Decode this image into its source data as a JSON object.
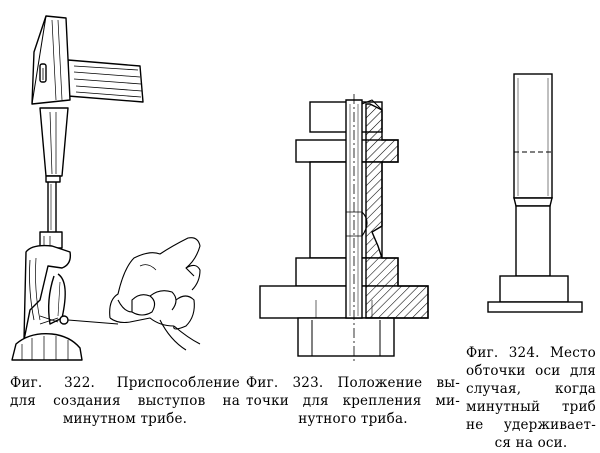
{
  "figures": [
    {
      "id": "fig-322",
      "caption_lines": [
        "Фиг. 322. Приспособление",
        "для создания выступов на",
        "минутном трибе."
      ]
    },
    {
      "id": "fig-323",
      "caption_lines": [
        "Фиг. 323. Положение вы-",
        "точки для крепления ми-",
        "нутного триба."
      ]
    },
    {
      "id": "fig-324",
      "caption_lines": [
        "Фиг. 324. Место",
        "обточки оси для",
        "случая, когда",
        "минутный триб",
        "не удерживает-",
        "ся на оси."
      ]
    }
  ]
}
